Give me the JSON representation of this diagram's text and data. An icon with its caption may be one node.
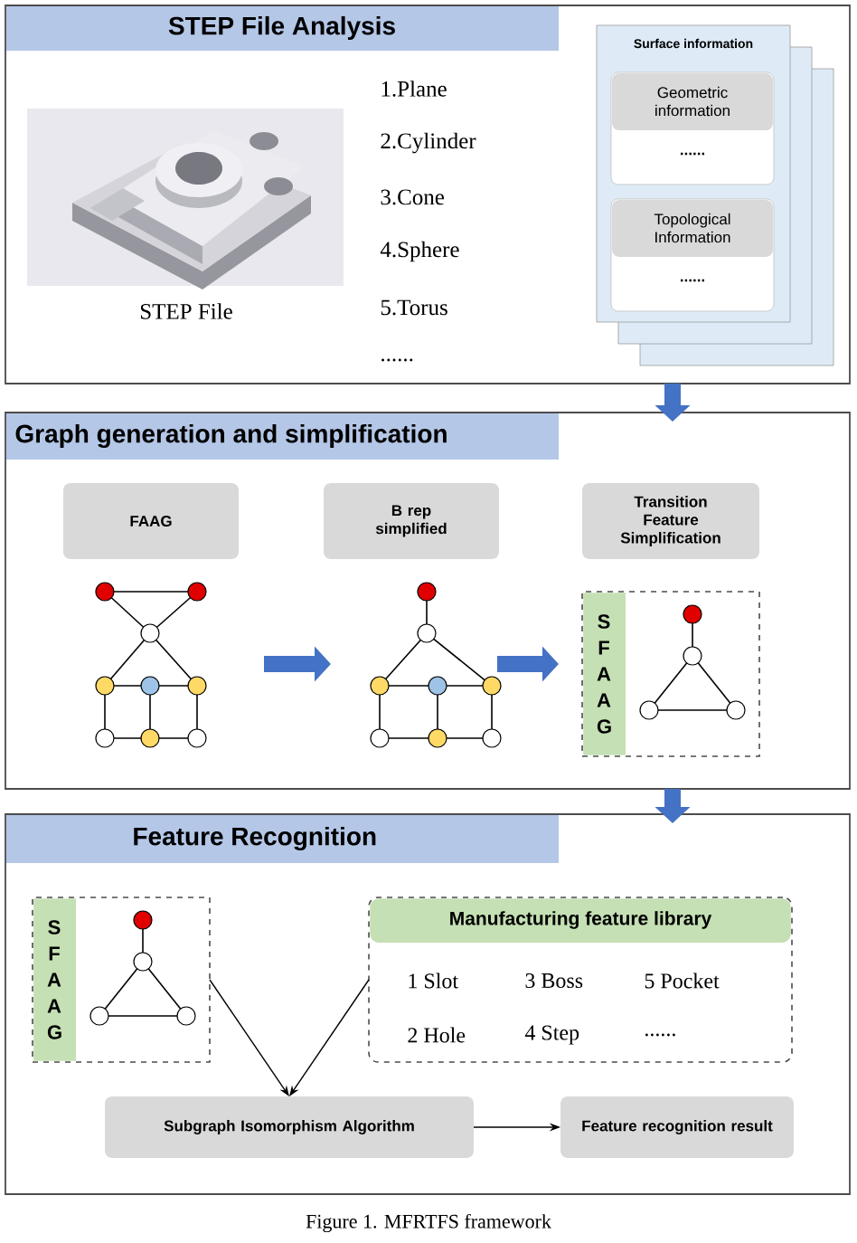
{
  "diagram": {
    "caption": "Figure 1. MFRTFS framework",
    "nodes": [
      {
        "text": [
          "STEP File Analysis"
        ]
      },
      {
        "text": [
          "Surface information"
        ],
        "in": 0
      },
      {
        "text": [
          "Geometric information",
          "......"
        ],
        "in": 1
      },
      {
        "text": [
          "Topological Information",
          "......"
        ],
        "in": 1
      },
      {
        "text": [
          "Graph generation and simplification"
        ]
      },
      {
        "text": [
          "FAAG"
        ],
        "in": 4
      },
      {
        "text": [
          "B rep simplified"
        ],
        "in": 4
      },
      {
        "text": [
          "Transition Feature Simplification"
        ],
        "in": 4
      },
      {
        "text": [],
        "shape": "picture",
        "in": 4
      },
      {
        "text": [],
        "shape": "picture",
        "in": 4
      },
      {
        "text": [
          "S F A A G"
        ],
        "in": 4
      },
      {
        "text": [
          "Feature Recognition"
        ]
      },
      {
        "text": [
          "S F A A G"
        ],
        "in": 11
      },
      {
        "text": [
          "Manufacturing feature library",
          "1 Slot",
          "3 Boss",
          "5 Pocket",
          "2 Hole",
          "4 Step",
          "......"
        ],
        "in": 11
      },
      {
        "text": [
          "Subgraph Isomorphism Algorithm"
        ],
        "in": 11
      },
      {
        "text": [
          "Feature recognition result"
        ],
        "in": 11
      }
    ],
    "edges": [
      {
        "from": 0,
        "to": 4,
        "arrow": "to"
      },
      {
        "from": 8,
        "to": 9,
        "arrow": "to"
      },
      {
        "from": 9,
        "to": 10,
        "arrow": "to"
      },
      {
        "from": 4,
        "to": 11,
        "arrow": "to"
      },
      {
        "from": 12,
        "to": 14,
        "arrow": "to",
        "color": "#000000"
      },
      {
        "from": 13,
        "to": 14,
        "arrow": "to",
        "color": "#000000"
      },
      {
        "from": 14,
        "to": 15,
        "arrow": "to",
        "color": "#000000"
      }
    ],
    "labels": [
      "STEP File",
      "1.Plane",
      "2.Cylinder",
      "3.Cone",
      "4.Sphere",
      "5.Torus",
      "......"
    ]
  }
}
